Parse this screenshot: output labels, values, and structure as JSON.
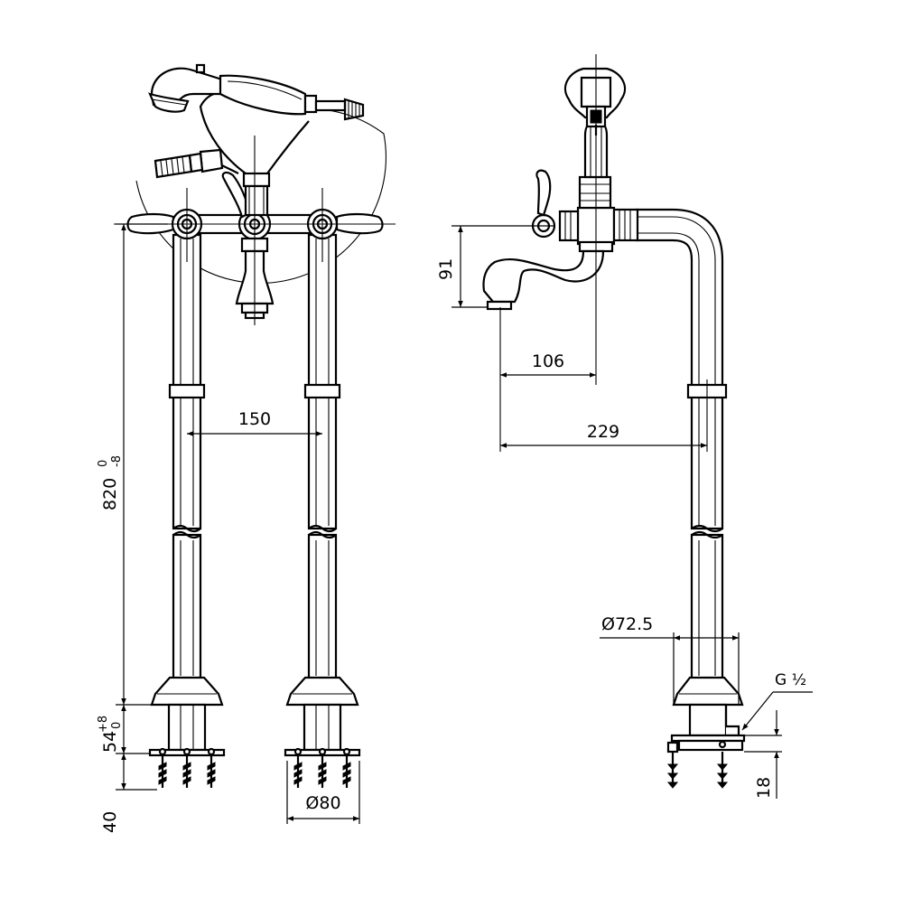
{
  "dimensions": {
    "spacing": "150",
    "height_main": "820",
    "height_tol_upper": "0",
    "height_tol_lower": "-8",
    "base_height": "54",
    "base_tol_upper": "+8",
    "base_tol_lower": "0",
    "anchor_depth": "40",
    "base_diameter": "Ø80",
    "spout_drop": "91",
    "spout_reach_inner": "106",
    "spout_reach_outer": "229",
    "side_base_diameter": "Ø72.5",
    "connection_thread": "G ½",
    "connection_height": "18"
  }
}
